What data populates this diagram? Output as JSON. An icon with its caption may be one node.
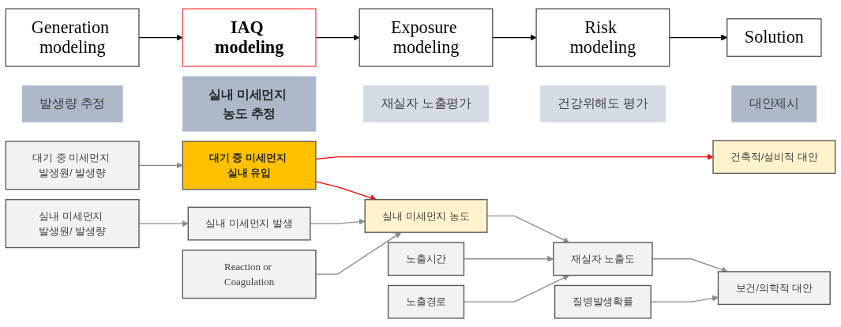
{
  "diagram": {
    "nodes": [
      {
        "text": [
          "Generation modeling"
        ]
      },
      {
        "text": [
          "IAQ modeling"
        ]
      },
      {
        "text": [
          "Exposure modeling"
        ]
      },
      {
        "text": [
          "Risk modeling"
        ]
      },
      {
        "text": [
          "Solution"
        ]
      },
      {
        "text": [
          "발생량 추정"
        ]
      },
      {
        "text": [
          "실내 미세먼지 농도 추정"
        ]
      },
      {
        "text": [
          "재실자 노출평가"
        ]
      },
      {
        "text": [
          "건강위해도 평가"
        ]
      },
      {
        "text": [
          "대안제시"
        ]
      },
      {
        "text": [
          "대기 중 미세먼지 발생원/ 발생량"
        ]
      },
      {
        "text": [
          "실내 미세먼지 발생원/ 발생량"
        ]
      },
      {
        "text": [
          "대기 중 미세먼지 실내 유입"
        ]
      },
      {
        "text": [
          "실내 미세먼지 발생"
        ]
      },
      {
        "text": [
          "Reaction or Coagulation"
        ]
      },
      {
        "text": [
          "실내 미세먼지 농도"
        ]
      },
      {
        "text": [
          "노출시간"
        ]
      },
      {
        "text": [
          "노출경로"
        ]
      },
      {
        "text": [
          "재실자 노출도"
        ]
      },
      {
        "text": [
          "질병발생확률"
        ]
      },
      {
        "text": [
          "보건/의학적 대안"
        ]
      },
      {
        "text": [
          "건축적/설비적 대안"
        ]
      }
    ],
    "edges": [
      {
        "from": 0,
        "to": 1,
        "arrow": "to",
        "color": "#000000"
      },
      {
        "from": 1,
        "to": 2,
        "arrow": "to",
        "color": "#000000"
      },
      {
        "from": 2,
        "to": 3,
        "arrow": "to",
        "color": "#000000"
      },
      {
        "from": 3,
        "to": 4,
        "arrow": "to",
        "color": "#000000"
      },
      {
        "from": 10,
        "to": 12,
        "arrow": "to"
      },
      {
        "from": 11,
        "to": 13,
        "arrow": "to"
      },
      {
        "from": 12,
        "to": 21,
        "arrow": "to",
        "color": "#ff0000"
      },
      {
        "from": 12,
        "to": 15,
        "arrow": "to",
        "color": "#ff0000"
      },
      {
        "from": 13,
        "to": 15,
        "arrow": "to"
      },
      {
        "from": 14,
        "to": 15,
        "arrow": "to"
      },
      {
        "from": 15,
        "to": 18,
        "arrow": "to"
      },
      {
        "from": 16,
        "to": 18,
        "arrow": "to"
      },
      {
        "from": 17,
        "to": 18,
        "arrow": "to"
      },
      {
        "from": 18,
        "to": 20,
        "arrow": "to"
      },
      {
        "from": 19,
        "to": 20,
        "arrow": "to"
      }
    ]
  }
}
